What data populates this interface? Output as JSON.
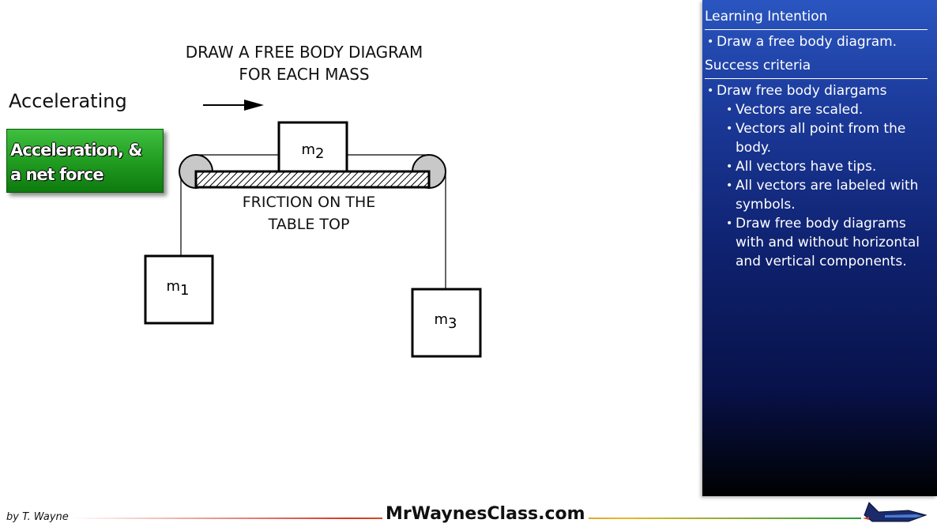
{
  "heading": {
    "line1": "DRAW A FREE BODY DIAGRAM",
    "line2": "FOR EACH MASS"
  },
  "state_label": "Accelerating",
  "callout": {
    "line1": "Acceleration, &",
    "line2": "a net force"
  },
  "diagram": {
    "mass1": {
      "base": "m",
      "sub": "1"
    },
    "mass2": {
      "base": "m",
      "sub": "2"
    },
    "mass3": {
      "base": "m",
      "sub": "3"
    },
    "friction_line1": "FRICTION ON THE",
    "friction_line2": "TABLE TOP"
  },
  "panel": {
    "learning_title": "Learning Intention",
    "learning_items": [
      "Draw a free body diagram."
    ],
    "success_title": "Success criteria",
    "success_main": "Draw free body diargams",
    "success_sub": [
      [
        "Vectors are scaled."
      ],
      [
        "Vectors all point from the",
        "body."
      ],
      [
        "All vectors have tips."
      ],
      [
        "All vectors are labeled with",
        "symbols."
      ],
      [
        "Draw free body diagrams",
        "with and without horizontal",
        "and vertical components."
      ]
    ],
    "bullet_char": "•",
    "bg_top": "#2a55c0",
    "bg_bottom": "#000000"
  },
  "footer": {
    "byline": "by T. Wayne",
    "site": "MrWaynesClass.com"
  },
  "colors": {
    "callout_green": "#2aa52a",
    "line": "#000000"
  }
}
